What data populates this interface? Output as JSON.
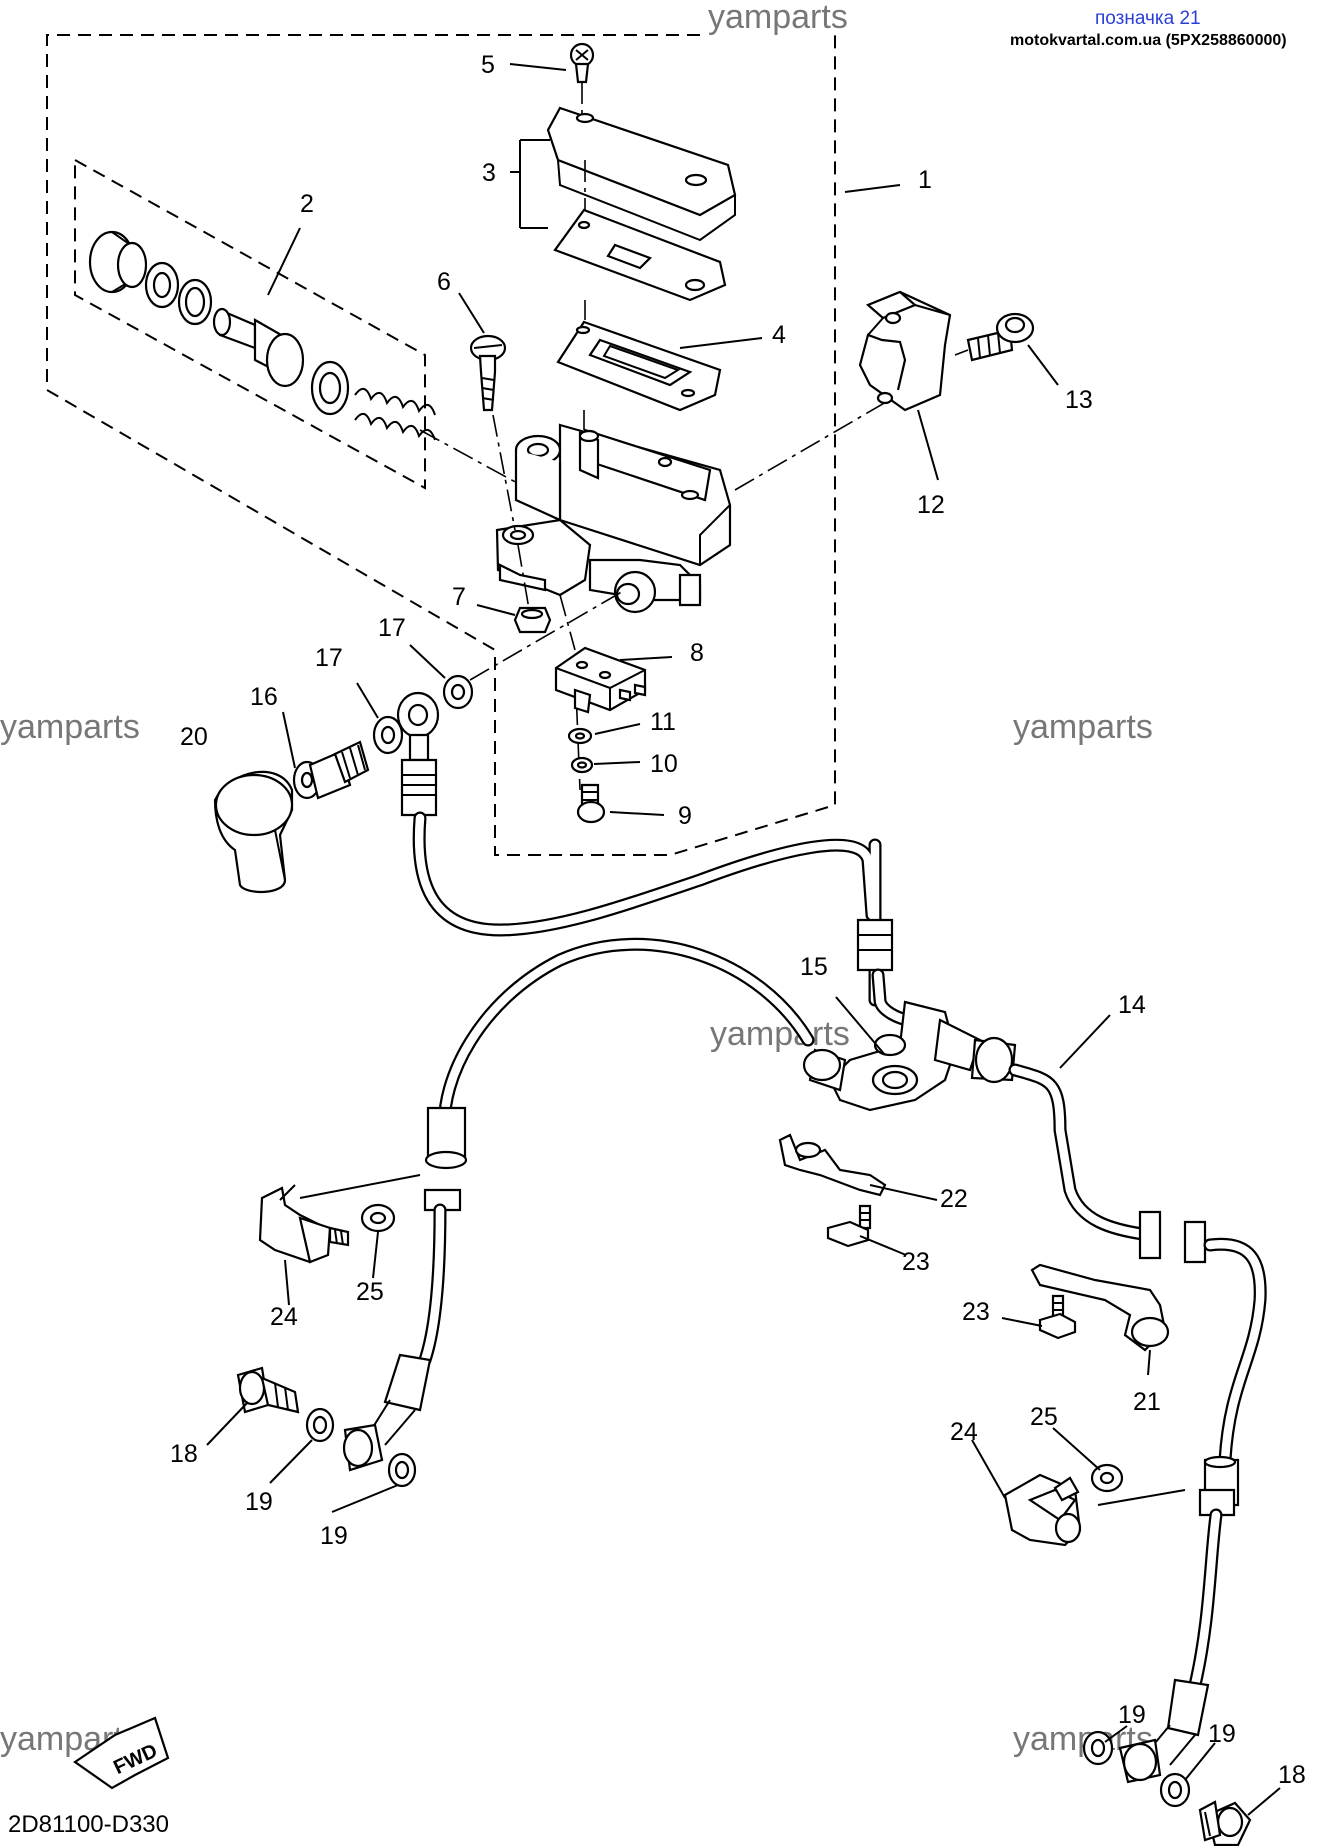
{
  "header": {
    "title": "позначка 21",
    "source": "motokvartal.com.ua (5PX258860000)"
  },
  "watermark": "yamparts",
  "diagram_code": "2D81100-D330",
  "fwd_label": "FWD",
  "callouts": {
    "c1": "1",
    "c2": "2",
    "c3": "3",
    "c4": "4",
    "c5": "5",
    "c6": "6",
    "c7": "7",
    "c8": "8",
    "c9": "9",
    "c10": "10",
    "c11": "11",
    "c12": "12",
    "c13": "13",
    "c14": "14",
    "c15": "15",
    "c16": "16",
    "c17a": "17",
    "c17b": "17",
    "c18a": "18",
    "c18b": "18",
    "c19a": "19",
    "c19b": "19",
    "c19c": "19",
    "c19d": "19",
    "c20": "20",
    "c21": "21",
    "c22": "22",
    "c23a": "23",
    "c23b": "23",
    "c24a": "24",
    "c24b": "24",
    "c25a": "25",
    "c25b": "25"
  }
}
